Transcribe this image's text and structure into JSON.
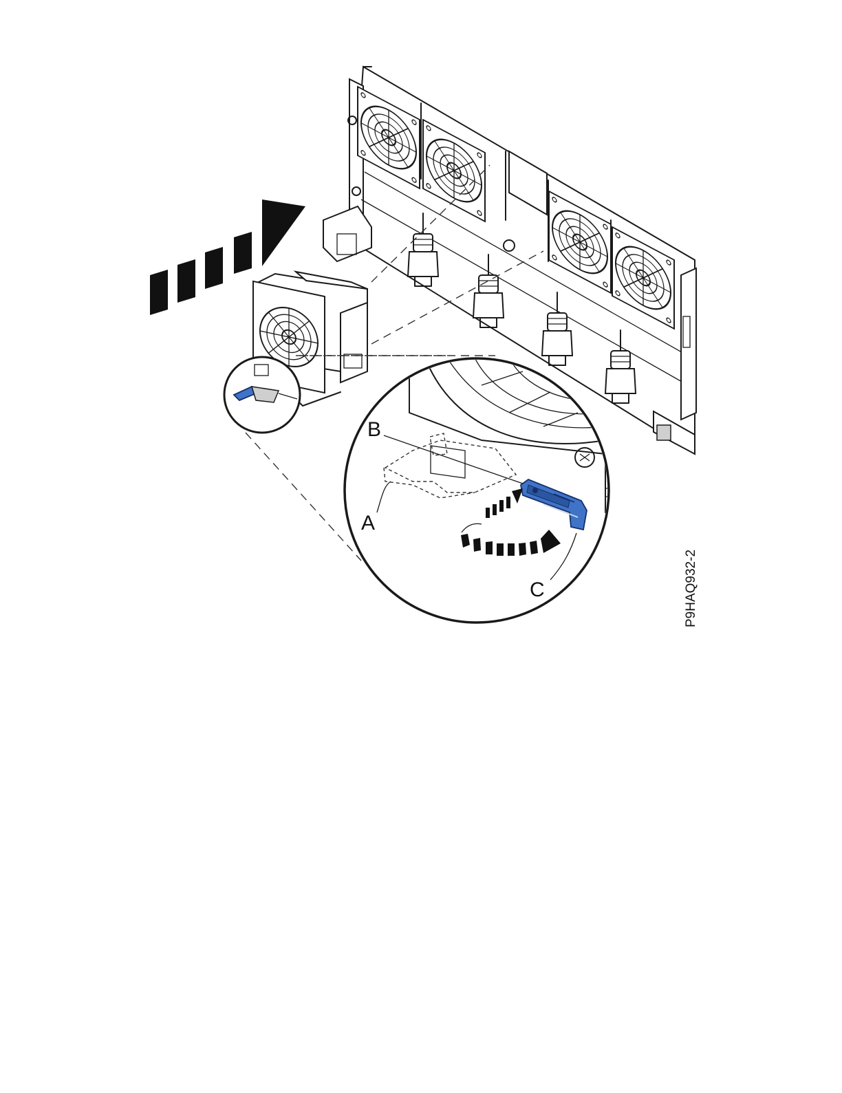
{
  "figure": {
    "callouts": {
      "a": "A",
      "b": "B",
      "c": "C"
    },
    "figure_id": "P9HAQ932-2",
    "colors": {
      "latch": "#3f73c8",
      "line": "#1a1a1a",
      "background": "#ffffff"
    },
    "icons": [
      "push-arrow-icon",
      "rotate-arrow-icon",
      "fan-icon",
      "magnifier-circle"
    ]
  }
}
